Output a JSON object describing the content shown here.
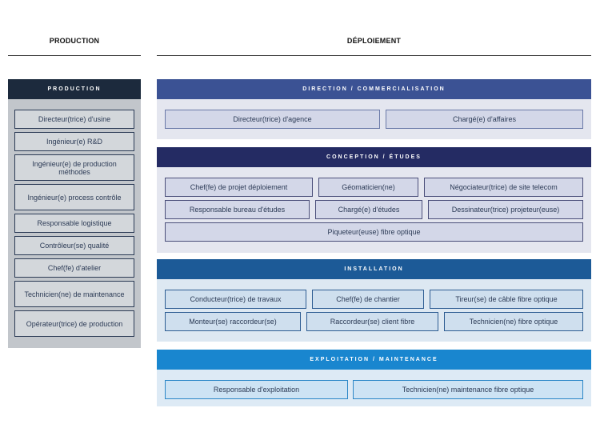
{
  "headings": {
    "production": "PRODUCTION",
    "deploiement": "DÉPLOIEMENT"
  },
  "production": {
    "title": "PRODUCTION",
    "items": [
      "Directeur(trice) d'usine",
      "Ingénieur(e) R&D",
      "Ingénieur(e) de production méthodes",
      "Ingénieur(e) process contrôle",
      "Responsable logistique",
      "Contrôleur(se) qualité",
      "Chef(fe) d'atelier",
      "Technicien(ne) de maintenance",
      "Opérateur(trice) de production"
    ]
  },
  "direction": {
    "title": "DIRECTION / COMMERCIALISATION",
    "items": [
      "Directeur(trice) d'agence",
      "Chargé(e) d'affaires"
    ]
  },
  "conception": {
    "title": "CONCEPTION / ÉTUDES",
    "items": [
      "Chef(fe) de projet déploiement",
      "Géomaticien(ne)",
      "Négociateur(trice) de site telecom",
      "Responsable bureau d'études",
      "Chargé(e) d'études",
      "Dessinateur(trice) projeteur(euse)",
      "Piqueteur(euse) fibre optique"
    ]
  },
  "installation": {
    "title": "INSTALLATION",
    "items": [
      "Conducteur(trice) de travaux",
      "Chef(fe) de chantier",
      "Tireur(se) de câble fibre optique",
      "Monteur(se) raccordeur(se)",
      "Raccordeur(se) client fibre",
      "Technicien(ne) fibre optique"
    ]
  },
  "exploitation": {
    "title": "EXPLOITATION / MAINTENANCE",
    "items": [
      "Responsable d'exploitation",
      "Technicien(ne) maintenance fibre optique"
    ]
  },
  "colors": {
    "production_header": "#1c2a3d",
    "production_body": "#c2c6cb",
    "direction_header": "#3b5294",
    "direction_body": "#e4e6ef",
    "conception_header": "#242b63",
    "conception_body": "#e4e6ef",
    "installation_header": "#1c5a97",
    "installation_body": "#dde8f2",
    "exploitation_header": "#1986cf",
    "exploitation_body": "#ddeaf5"
  }
}
